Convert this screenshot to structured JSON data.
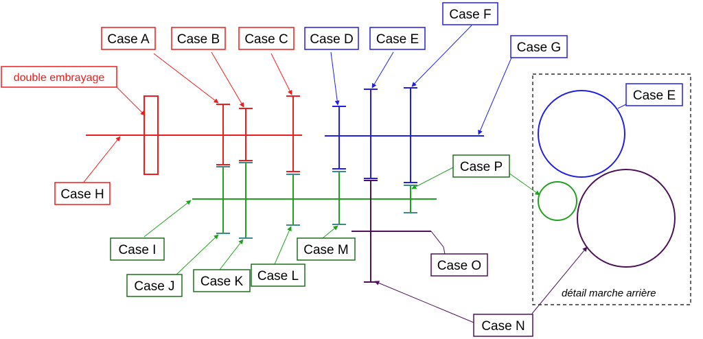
{
  "colors": {
    "red": "#ee1c1c",
    "blue": "#1e1ee6",
    "green": "#1fa01f",
    "purple": "#4b1058",
    "dark_green": "#1e6e1e",
    "black": "#000000",
    "teal": "#3a8a8a"
  },
  "labels": {
    "double_embrayage": "double embrayage",
    "case_a": "Case A",
    "case_b": "Case B",
    "case_c": "Case C",
    "case_d": "Case D",
    "case_e": "Case E",
    "case_f": "Case F",
    "case_g": "Case G",
    "case_h": "Case H",
    "case_i": "Case I",
    "case_j": "Case J",
    "case_k": "Case K",
    "case_l": "Case L",
    "case_m": "Case M",
    "case_n": "Case N",
    "case_o": "Case O",
    "case_p": "Case P",
    "case_e_detail": "Case E",
    "detail_marche_arriere": "détail marche arrière"
  }
}
